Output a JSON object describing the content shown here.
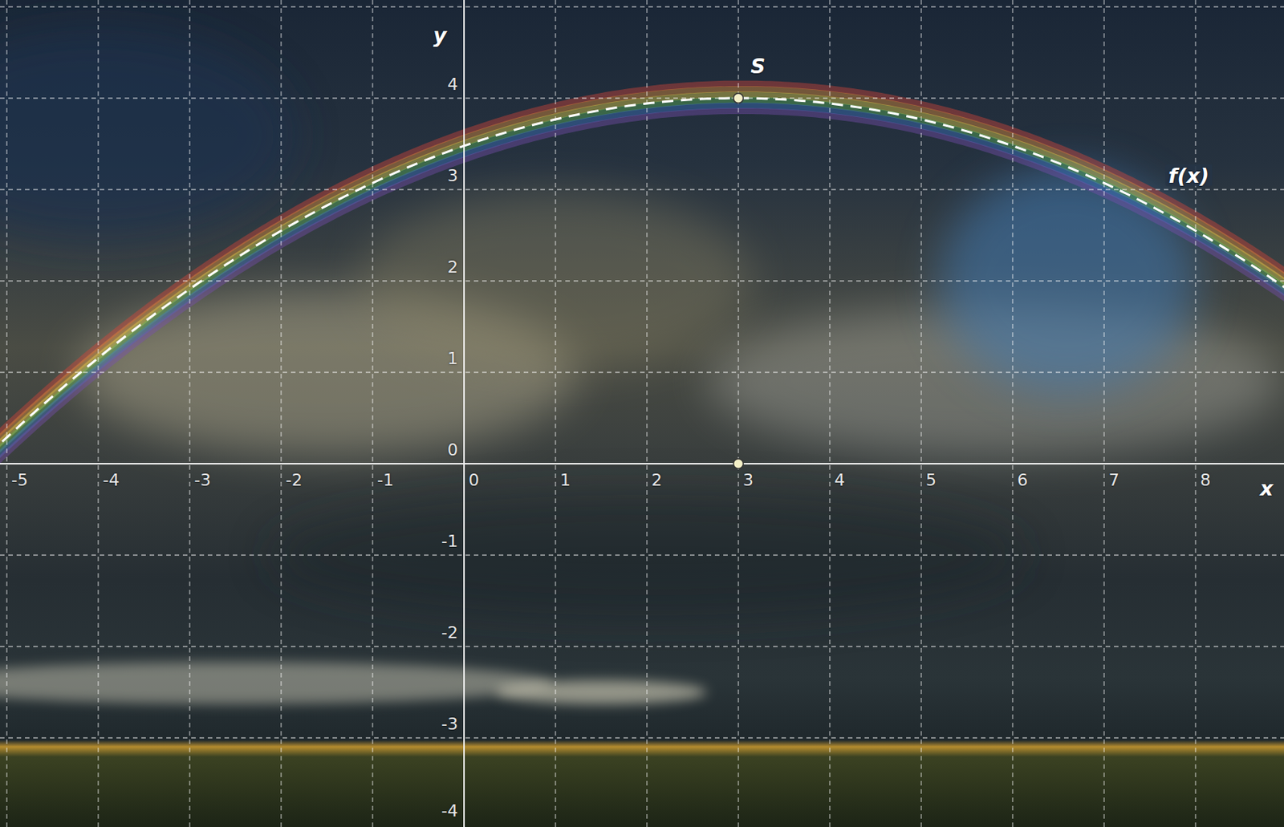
{
  "diagram": {
    "labels": [
      "-5",
      "-4",
      "-3",
      "-2",
      "-1",
      "0",
      "1",
      "2",
      "3",
      "4",
      "5",
      "6",
      "7",
      "8",
      "4",
      "3",
      "2",
      "1",
      "0",
      "-1",
      "-2",
      "-3",
      "-4",
      "x",
      "y",
      "S",
      "f(x)"
    ]
  }
}
